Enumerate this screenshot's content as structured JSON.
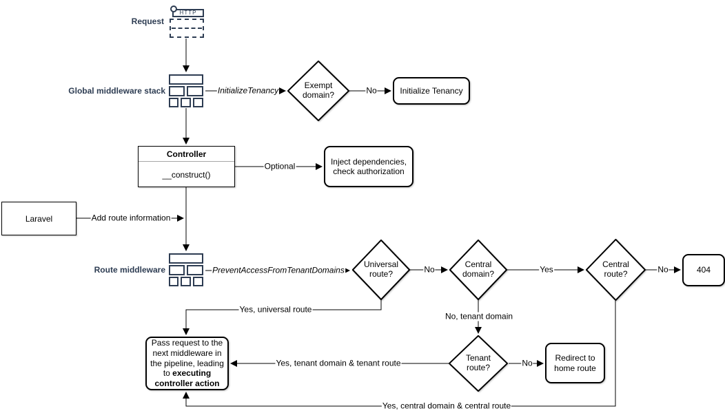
{
  "diagram": {
    "title_labels": {
      "request": "Request",
      "global_middleware": "Global middleware stack",
      "route_middleware": "Route middleware"
    },
    "http_icon_label": "HTTP",
    "nodes": {
      "laravel": "Laravel",
      "controller_title": "Controller",
      "controller_method": "__construct()",
      "exempt_domain": "Exempt domain?",
      "initialize_tenancy": "Initialize Tenancy",
      "inject_dependencies": "Inject dependencies, check authorization",
      "universal_route": "Universal route?",
      "central_domain": "Central domain?",
      "central_route": "Central route?",
      "not_found": "404",
      "tenant_route": "Tenant route?",
      "redirect_home": "Redirect to home route",
      "pass_request_text": "Pass request to the next middleware in the pipeline, leading to ",
      "pass_request_bold": "executing controller action"
    },
    "edge_labels": {
      "initialize_tenancy_middleware": "InitializeTenancy",
      "exempt_no": "No",
      "optional": "Optional",
      "add_route_information": "Add route information",
      "prevent_access_middleware": "PreventAccessFromTenantDomains",
      "universal_no": "No",
      "central_domain_yes": "Yes",
      "central_route_no": "No",
      "universal_yes": "Yes, universal route",
      "tenant_domain_no": "No, tenant domain",
      "tenant_route_no": "No",
      "tenant_route_yes": "Yes, tenant domain & tenant route",
      "central_route_yes": "Yes, central domain & central route"
    },
    "colors": {
      "icon": "#2d3c52",
      "label": "#2d3c52",
      "shape_border": "#000000",
      "line": "#000000",
      "background": "#ffffff"
    }
  }
}
